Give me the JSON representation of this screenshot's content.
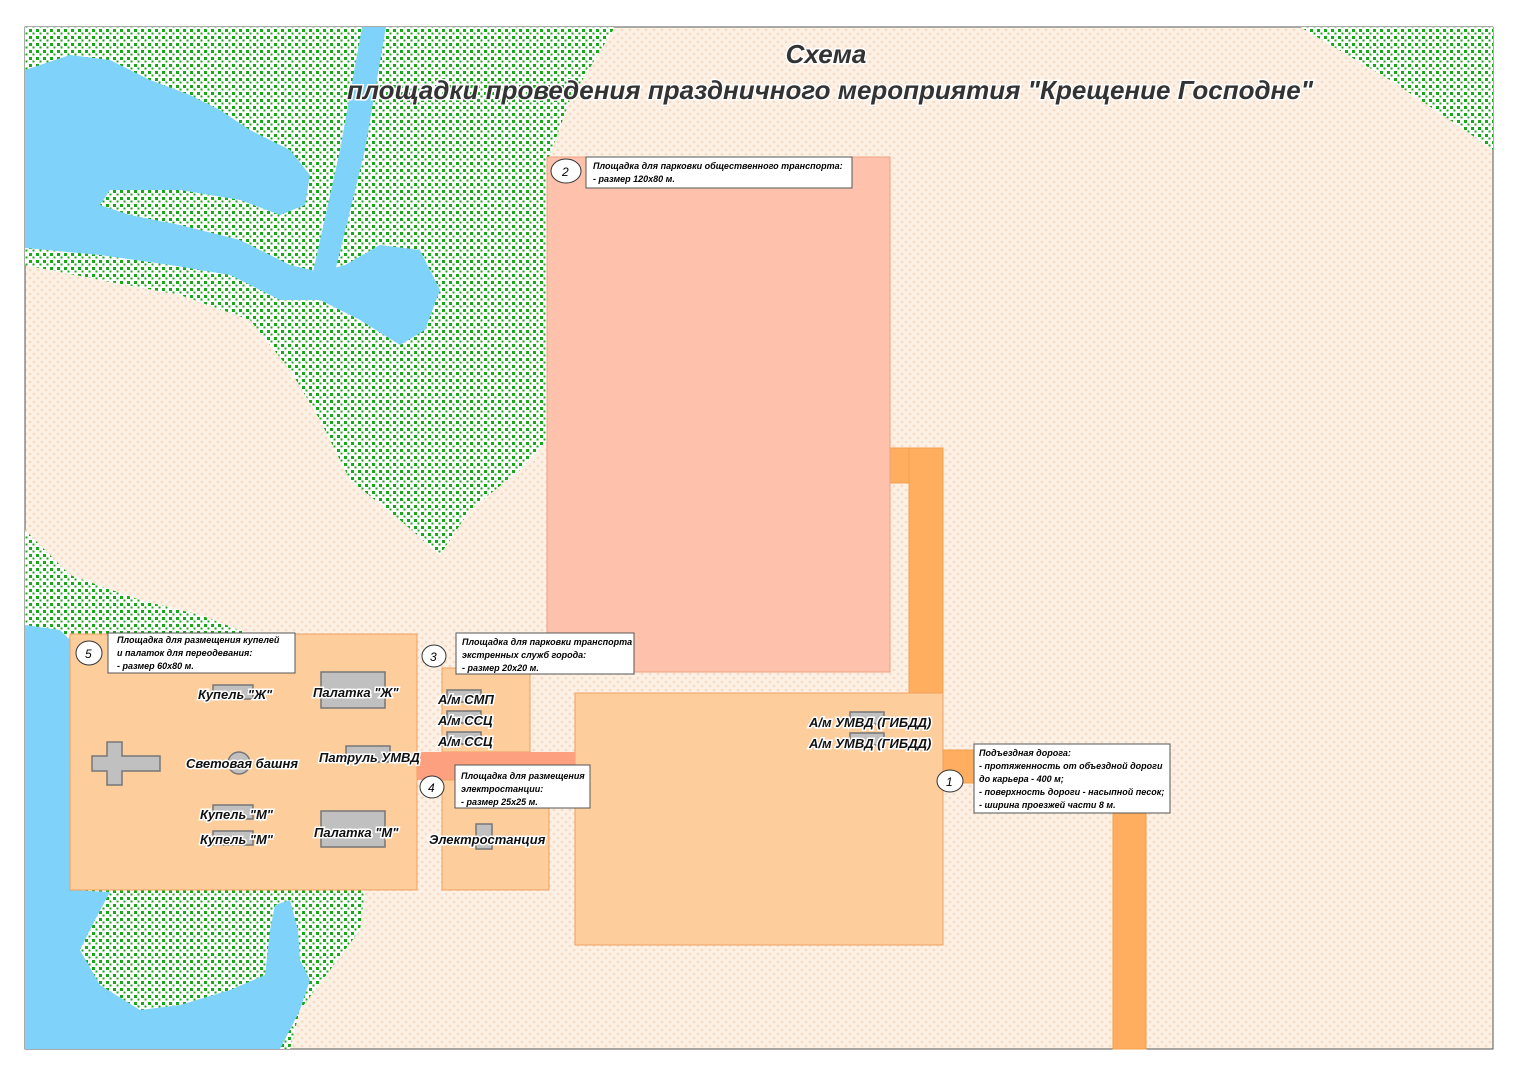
{
  "title": {
    "line1": "Схема",
    "line2": "площадки проведения праздничного мероприятия \"Крещение Господне\""
  },
  "colors": {
    "ground": "#fdf1e6",
    "forest": "#19a819",
    "water": "#7fd3fb",
    "zone": "#fecd9c",
    "parking": "#fec2ac",
    "road": "#feae5e",
    "connector": "#fca080"
  },
  "zones": [
    {
      "num": "1",
      "lines": [
        "Подъездная дорога:",
        "- протяженность от объездной дороги",
        "до карьера - 400 м;",
        "- поверхность дороги - насыпной песок;",
        "- ширина проезжей части 8 м."
      ]
    },
    {
      "num": "2",
      "lines": [
        "Площадка для парковки общественного  транспорта:",
        "- размер 120х80 м."
      ]
    },
    {
      "num": "3",
      "lines": [
        "Площадка для парковки транспорта",
        "экстренных служб города:",
        "- размер 20х20 м."
      ]
    },
    {
      "num": "4",
      "lines": [
        "Площадка для размещения",
        "электростанции:",
        "- размер 25х25 м."
      ]
    },
    {
      "num": "5",
      "lines": [
        "Площадка для размещения купелей",
        "и палаток для переодевания:",
        "- размер 60х80 м."
      ]
    }
  ],
  "objects": {
    "kupel_zh": "Купель \"Ж\"",
    "palatka_zh": "Палатка \"Ж\"",
    "tower": "Световая башня",
    "patrol": "Патруль УМВД",
    "kupel_m1": "Купель \"М\"",
    "kupel_m2": "Купель \"М\"",
    "palatka_m": "Палатка \"М\"",
    "smp": "А/м СМП",
    "ssc1": "А/м ССЦ",
    "ssc2": "А/м ССЦ",
    "power": "Электростанция",
    "gibdd1": "А/м УМВД (ГИБДД)",
    "gibdd2": "А/м УМВД (ГИБДД)"
  }
}
